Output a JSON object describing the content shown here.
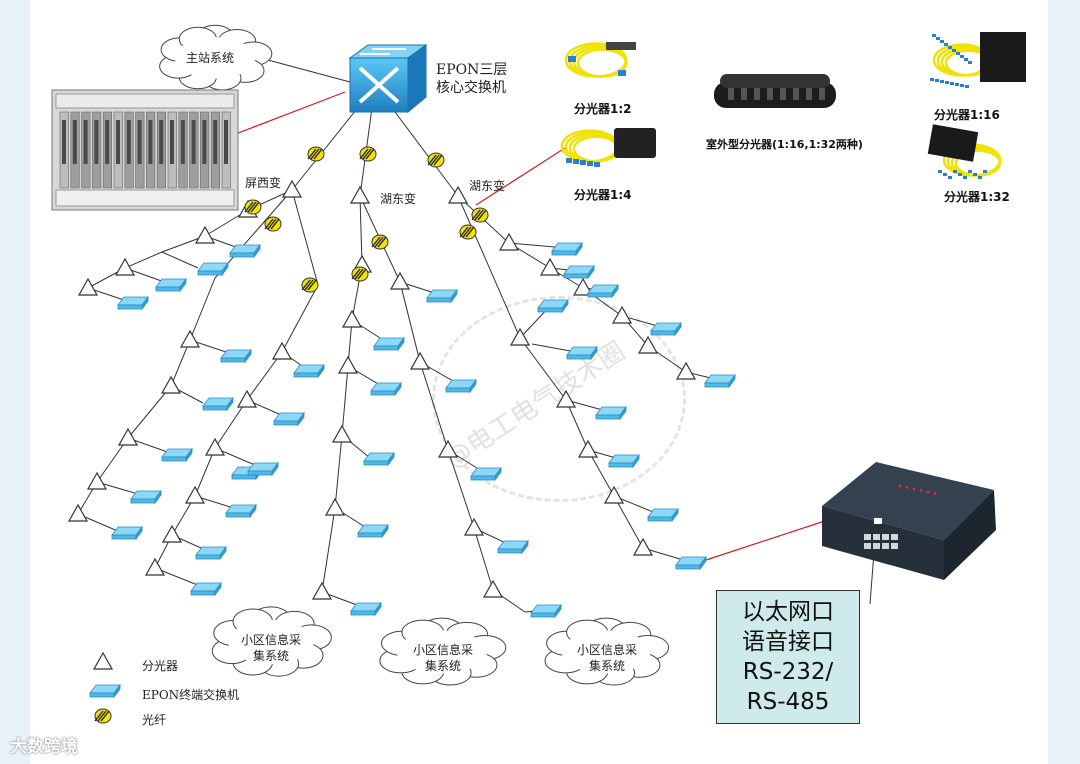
{
  "core_switch": {
    "line1": "EPON三层",
    "line2": "核心交换机",
    "icon": "layer3-switch-icon"
  },
  "master_system": "主站系统",
  "olt_device": {
    "icon": "olt-rack-icon"
  },
  "substations": [
    "屏西变",
    "湖东变",
    "湖东变"
  ],
  "splitters": [
    {
      "label": "分光器1:2",
      "icon": "splitter-1-2-icon"
    },
    {
      "label": "分光器1:4",
      "icon": "splitter-1-4-icon"
    },
    {
      "label": "室外型分光器(1:16,1:32两种)",
      "icon": "outdoor-splitter-icon"
    },
    {
      "label": "分光器1:16",
      "icon": "splitter-1-16-icon"
    },
    {
      "label": "分光器1:32",
      "icon": "splitter-1-32-icon"
    }
  ],
  "clouds": [
    {
      "line1": "小区信息采",
      "line2": "集系统"
    },
    {
      "line1": "小区信息采",
      "line2": "集系统"
    },
    {
      "line1": "小区信息采",
      "line2": "集系统"
    }
  ],
  "legend": [
    {
      "label": "分光器",
      "icon": "splitter-triangle-icon"
    },
    {
      "label": "EPON终端交换机",
      "icon": "onu-switch-icon"
    },
    {
      "label": "光纤",
      "icon": "fiber-icon"
    }
  ],
  "interfaces": [
    "以太网口",
    "语音接口",
    "RS-232/",
    "RS-485"
  ],
  "watermarks": {
    "center": "@电工电气技术圈",
    "corner": "大数跨境"
  },
  "colors": {
    "switch_blue": "#1e8fd0",
    "onu_blue": "#4fb8e6",
    "fiber_yellow": "#f2e200",
    "link_red": "#d02020",
    "box_fill": "#cfeaea"
  }
}
